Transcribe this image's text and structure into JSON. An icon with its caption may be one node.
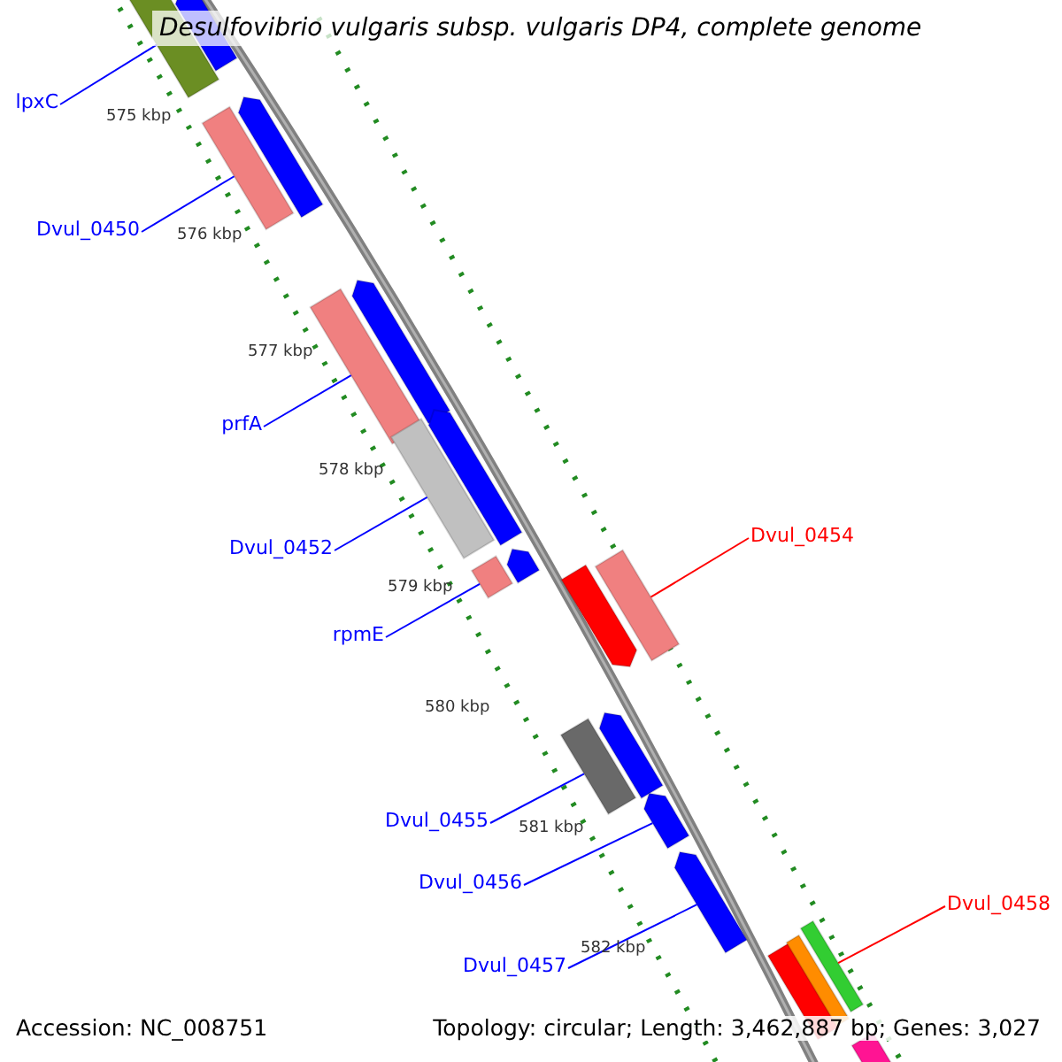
{
  "diagram": {
    "title": "Desulfovibrio vulgaris subsp. vulgaris DP4, complete genome",
    "nodes": [
      {
        "text": [
          "lpxC"
        ]
      },
      {
        "text": [
          "Dvul_0450"
        ]
      },
      {
        "text": [
          "prfA"
        ]
      },
      {
        "text": [
          "Dvul_0452"
        ]
      },
      {
        "text": [
          "rpmE"
        ]
      },
      {
        "text": [
          "Dvul_0454"
        ]
      },
      {
        "text": [
          "Dvul_0455"
        ]
      },
      {
        "text": [
          "Dvul_0456"
        ]
      },
      {
        "text": [
          "Dvul_0457"
        ]
      },
      {
        "text": [
          "Dvul_0458"
        ]
      },
      {
        "text": [],
        "shape": "bar"
      },
      {
        "text": [],
        "shape": "bar"
      },
      {
        "text": [],
        "shape": "bar"
      },
      {
        "text": [],
        "shape": "bar"
      },
      {
        "text": [],
        "shape": "bar"
      },
      {
        "text": [],
        "shape": "bar"
      },
      {
        "text": [],
        "shape": "bar"
      },
      {
        "text": [],
        "shape": "bar"
      },
      {
        "text": [],
        "shape": "bar"
      },
      {
        "text": [],
        "shape": "bar"
      }
    ],
    "edges": [
      {
        "from": 0,
        "to": 10,
        "arrow": "none"
      },
      {
        "from": 1,
        "to": 11,
        "arrow": "none"
      },
      {
        "from": 2,
        "to": 12,
        "arrow": "none"
      },
      {
        "from": 3,
        "to": 13,
        "arrow": "none"
      },
      {
        "from": 4,
        "to": 14,
        "arrow": "none"
      },
      {
        "from": 5,
        "to": 15,
        "arrow": "none",
        "color": "#ff0000"
      },
      {
        "from": 6,
        "to": 16,
        "arrow": "none"
      },
      {
        "from": 7,
        "to": 17,
        "arrow": "none"
      },
      {
        "from": 8,
        "to": 18,
        "arrow": "none"
      },
      {
        "from": 9,
        "to": 19,
        "arrow": "none",
        "color": "#ff0000"
      }
    ],
    "labels": [
      "575 kbp",
      "576 kbp",
      "577 kbp",
      "578 kbp",
      "579 kbp",
      "580 kbp",
      "581 kbp",
      "582 kbp",
      "Accession: NC_008751",
      "Topology: circular; Length: 3,462,887 bp; Genes: 3,027"
    ]
  }
}
